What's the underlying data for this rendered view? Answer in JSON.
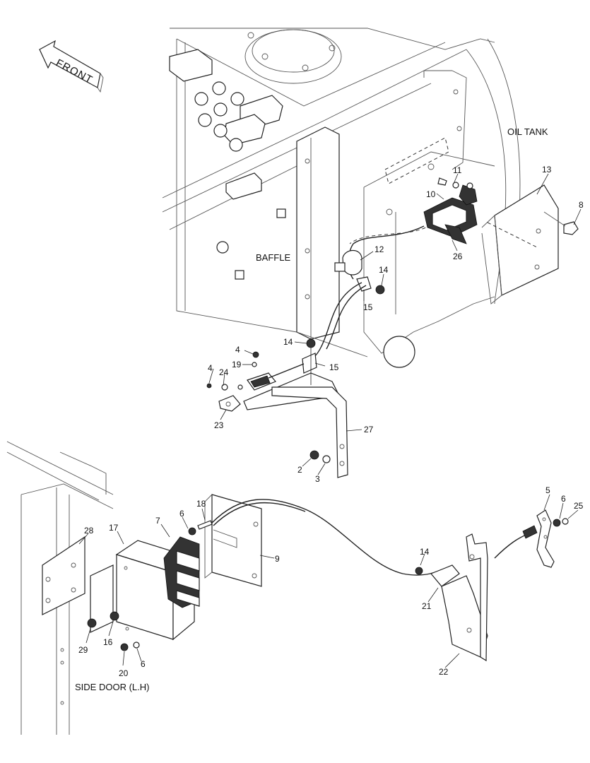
{
  "labels": {
    "front": "FRONT",
    "oil_tank": "OIL TANK",
    "baffle": "BAFFLE",
    "side_door": "SIDE DOOR (L.H)"
  },
  "callouts": [
    {
      "id": "c2",
      "text": "2"
    },
    {
      "id": "c3",
      "text": "3"
    },
    {
      "id": "c4a",
      "text": "4"
    },
    {
      "id": "c4b",
      "text": "4"
    },
    {
      "id": "c5",
      "text": "5"
    },
    {
      "id": "c6a",
      "text": "6"
    },
    {
      "id": "c6b",
      "text": "6"
    },
    {
      "id": "c6c",
      "text": "6"
    },
    {
      "id": "c7",
      "text": "7"
    },
    {
      "id": "c8",
      "text": "8"
    },
    {
      "id": "c9",
      "text": "9"
    },
    {
      "id": "c10",
      "text": "10"
    },
    {
      "id": "c11",
      "text": "11"
    },
    {
      "id": "c12",
      "text": "12"
    },
    {
      "id": "c13",
      "text": "13"
    },
    {
      "id": "c14a",
      "text": "14"
    },
    {
      "id": "c14b",
      "text": "14"
    },
    {
      "id": "c14c",
      "text": "14"
    },
    {
      "id": "c15a",
      "text": "15"
    },
    {
      "id": "c15b",
      "text": "15"
    },
    {
      "id": "c16",
      "text": "16"
    },
    {
      "id": "c17",
      "text": "17"
    },
    {
      "id": "c18",
      "text": "18"
    },
    {
      "id": "c19",
      "text": "19"
    },
    {
      "id": "c20",
      "text": "20"
    },
    {
      "id": "c21",
      "text": "21"
    },
    {
      "id": "c22",
      "text": "22"
    },
    {
      "id": "c23",
      "text": "23"
    },
    {
      "id": "c24",
      "text": "24"
    },
    {
      "id": "c25",
      "text": "25"
    },
    {
      "id": "c26",
      "text": "26"
    },
    {
      "id": "c27",
      "text": "27"
    },
    {
      "id": "c28",
      "text": "28"
    },
    {
      "id": "c29",
      "text": "29"
    }
  ]
}
